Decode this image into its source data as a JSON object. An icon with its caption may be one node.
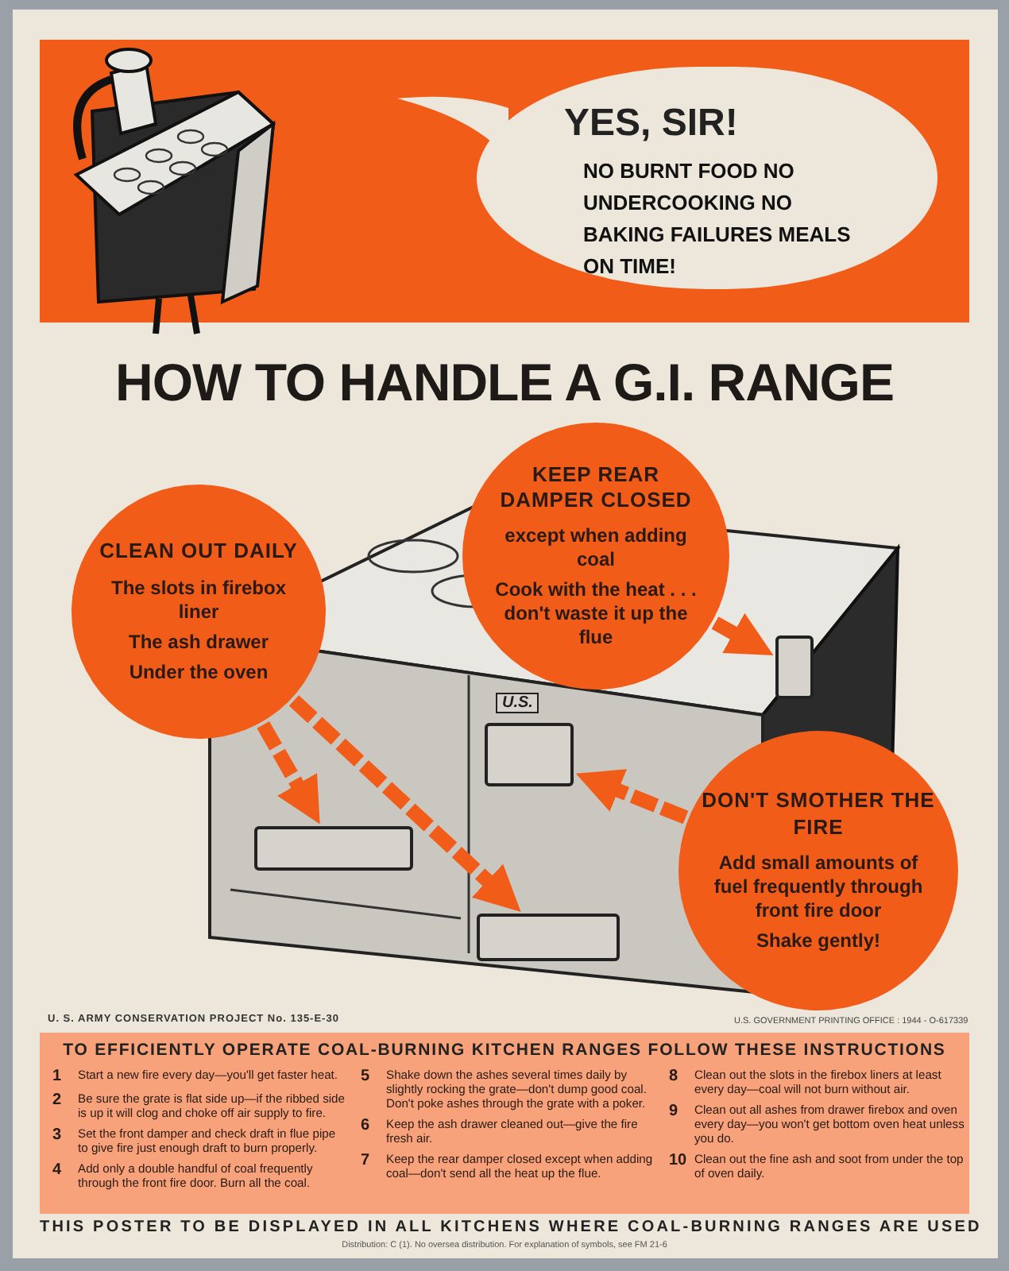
{
  "diagram": {
    "title": "HOW TO HANDLE A G.I. RANGE",
    "caption": "THIS POSTER TO BE DISPLAYED IN ALL KITCHENS WHERE COAL-BURNING RANGES ARE USED",
    "nodes": [
      {
        "text": [
          "YES, SIR!",
          "NO BURNT FOOD NO UNDERCOOKING NO BAKING FAILURES MEALS ON TIME!"
        ]
      },
      {
        "text": [
          "CLEAN OUT DAILY",
          "The slots in firebox liner",
          "The ash drawer",
          "Under the oven"
        ]
      },
      {
        "text": [
          "KEEP REAR DAMPER CLOSED",
          "except when adding coal",
          "Cook with the heat . . . don't waste it up the flue"
        ]
      },
      {
        "text": [
          "DON'T SMOTHER THE FIRE",
          "Add small amounts of fuel frequently through front fire door",
          "Shake gently!"
        ]
      },
      {
        "text": [],
        "shape": "box"
      },
      {
        "text": [],
        "shape": "box"
      },
      {
        "text": [],
        "shape": "box"
      },
      {
        "text": [],
        "shape": "box"
      }
    ],
    "edges": [
      {
        "from": 1,
        "to": 4,
        "arrow": "to"
      },
      {
        "from": 1,
        "to": 5,
        "arrow": "to"
      },
      {
        "from": 2,
        "to": 6,
        "arrow": "to"
      },
      {
        "from": 3,
        "to": 7,
        "arrow": "to"
      }
    ],
    "labels": [
      "U.S.",
      "U. S. ARMY CONSERVATION PROJECT No. 135-E-30",
      "U.S. GOVERNMENT PRINTING OFFICE : 1944 - O-617339",
      "TO EFFICIENTLY OPERATE COAL-BURNING KITCHEN RANGES FOLLOW THESE INSTRUCTIONS",
      "1",
      "Start a new fire every day—you'll get faster heat.",
      "2",
      "Be sure the grate is flat side up—if the ribbed side is up it will clog and choke off air supply to fire.",
      "3",
      "Set the front damper and check draft in flue pipe to give fire just enough draft to burn properly.",
      "4",
      "Add only a double handful of coal frequently through the front fire door. Burn all the coal.",
      "5",
      "Shake down the ashes several times daily by slightly rocking the grate—don't dump good coal. Don't poke ashes through the grate with a poker.",
      "6",
      "Keep the ash drawer cleaned out—give the fire fresh air.",
      "7",
      "Keep the rear damper closed except when adding coal—don't send all the heat up the flue.",
      "8",
      "Clean out the slots in the firebox liners at least every day—coal will not burn without air.",
      "9",
      "Clean out all ashes from drawer firebox and oven every day—you won't get bottom oven heat unless you do.",
      "10",
      "Clean out the fine ash and soot from under the top of oven daily.",
      "Distribution: C (1). No oversea distribution. For explanation of symbols, see FM 21-6"
    ]
  }
}
